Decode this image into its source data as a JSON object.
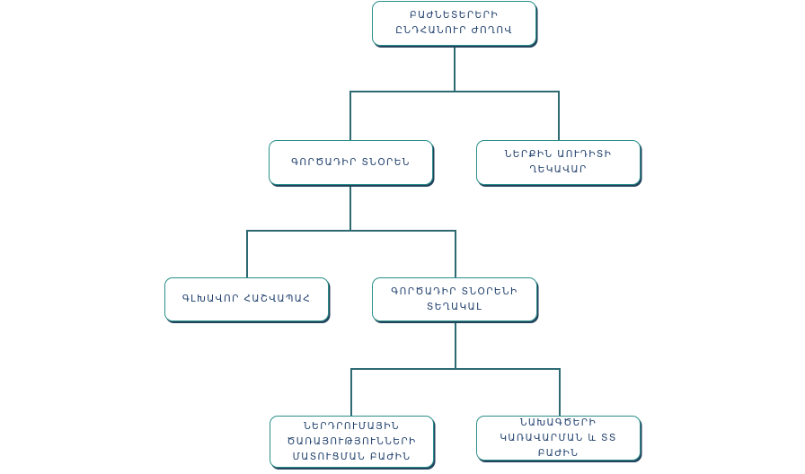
{
  "diagram": {
    "type": "org-chart",
    "nodes": [
      {
        "id": "shareholders",
        "label": "ԲԱԺՆԵՏԵՐԵՐԻ\nԸՆԴՀԱՆՈՒՐ ԺՈՂՈՎ"
      },
      {
        "id": "ceo",
        "label": "ԳՈՐԾԱԴԻՐ ՏՆՕՐԵՆ"
      },
      {
        "id": "internal-auditor",
        "label": "ՆԵՐՔԻՆ ԱՈՒԴԻՏԻ\nՂԵԿԱՎԱՐ"
      },
      {
        "id": "chief-accountant",
        "label": "ԳԼԽԱՎՈՐ ՀԱՇՎԱՊԱՀ"
      },
      {
        "id": "deputy-ceo",
        "label": "ԳՈՐԾԱԴԻՐ ՏՆՕՐԵՆԻ\nՏԵՂԱԿԱԼ"
      },
      {
        "id": "investment-services",
        "label": "ՆԵՐԴՐՈՒՄԱՅԻՆ\nԾԱՌԱՅՈՒԹՅՈՒՆՆԵՐԻ\nՄԱՏՈՒՑՄԱՆ ԲԱԺԻՆ"
      },
      {
        "id": "projects-it",
        "label": "ՆԱԽԱԳԾԵՐԻ\nԿԱՌԱՎԱՐՄԱՆ և ՏՏ ԲԱԺԻՆ"
      }
    ],
    "edges": [
      {
        "from": "shareholders",
        "to": "ceo"
      },
      {
        "from": "shareholders",
        "to": "internal-auditor"
      },
      {
        "from": "ceo",
        "to": "chief-accountant"
      },
      {
        "from": "ceo",
        "to": "deputy-ceo"
      },
      {
        "from": "deputy-ceo",
        "to": "investment-services"
      },
      {
        "from": "deputy-ceo",
        "to": "projects-it"
      }
    ],
    "colors": {
      "border": "#2a8f8a",
      "shadow": "#23435d",
      "text": "#1f3f6b",
      "connector": "#2e6a72"
    }
  }
}
